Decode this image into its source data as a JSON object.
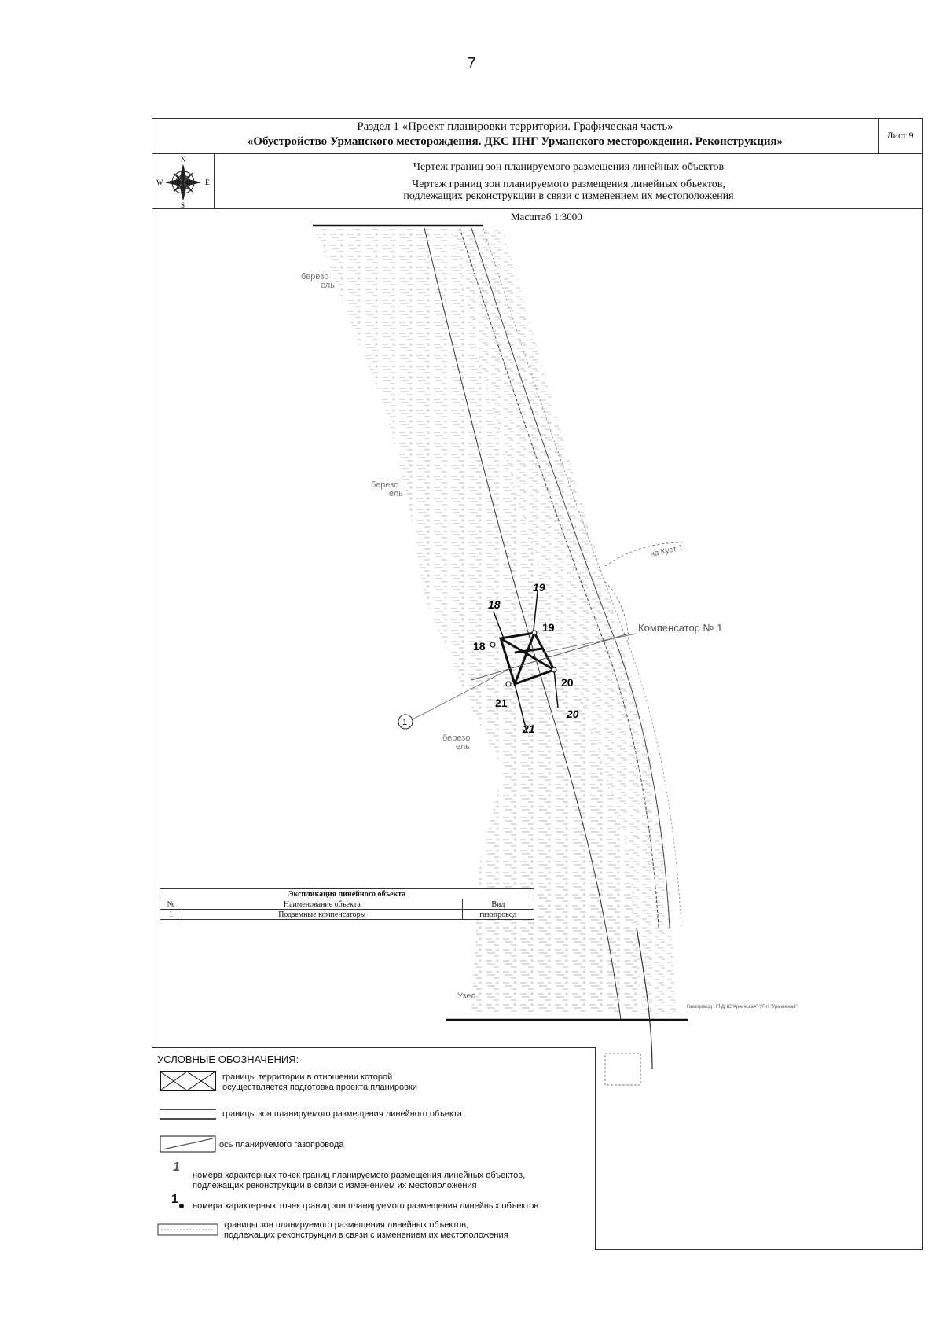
{
  "page_number": "7",
  "title": {
    "line1": "Раздел 1 «Проект планировки территории. Графическая часть»",
    "line2": "«Обустройство Урманского месторождения. ДКС ПНГ Урманского месторождения. Реконструкция»",
    "sheet": "Лист 9"
  },
  "compass": {
    "n": "N",
    "s": "S",
    "w": "W",
    "e": "E"
  },
  "drawing_titles": {
    "t1": "Чертеж границ зон планируемого размещения линейных объектов",
    "t2": "Чертеж границ зон планируемого размещения линейных объектов,",
    "t3": "подлежащих реконструкции в связи с изменением их местоположения"
  },
  "scale": "Масштаб 1:3000",
  "map_labels": {
    "forest1a": "березо",
    "forest1b": "ель",
    "forest2a": "березо",
    "forest2b": "ель",
    "forest3a": "березо",
    "forest3b": "ель",
    "bush_kust": "на Куст 1",
    "compensator": "Компенсатор № 1",
    "node": "Узел",
    "pipeline": "Газопровод НП ДНС\"Арчинская\"-УПН \"Урманская\"",
    "callout": "1",
    "pts": [
      "18",
      "19",
      "20",
      "21"
    ],
    "pts_italic": [
      "18",
      "19",
      "20",
      "21"
    ]
  },
  "explication": {
    "caption": "Экспликация линейного объекта",
    "headers": [
      "№",
      "Наименование объекта",
      "Вид"
    ],
    "rows": [
      [
        "1",
        "Подземные компенсаторы",
        "газопровод"
      ]
    ]
  },
  "legend": {
    "title": "УСЛОВНЫЕ ОБОЗНАЧЕНИЯ:",
    "items": [
      {
        "text1": "границы территории в отношении которой",
        "text2": "осуществляется подготовка проекта планировки"
      },
      {
        "text1": "границы зон планируемого размещения линейного объекта"
      },
      {
        "text1": "ось планируемого газопровода"
      },
      {
        "text1": "номера характерных точек границ планируемого размещения линейных объектов,",
        "text2": "подлежащих реконструкции в связи с изменением их местоположения",
        "num": "1"
      },
      {
        "text1": "номера характерных точек границ зон планируемого размещения линейных объектов",
        "num": "1"
      },
      {
        "text1": "границы зон планируемого размещения линейных объектов,",
        "text2": "подлежащих реконструкции в связи с изменением их местоположения"
      }
    ]
  }
}
